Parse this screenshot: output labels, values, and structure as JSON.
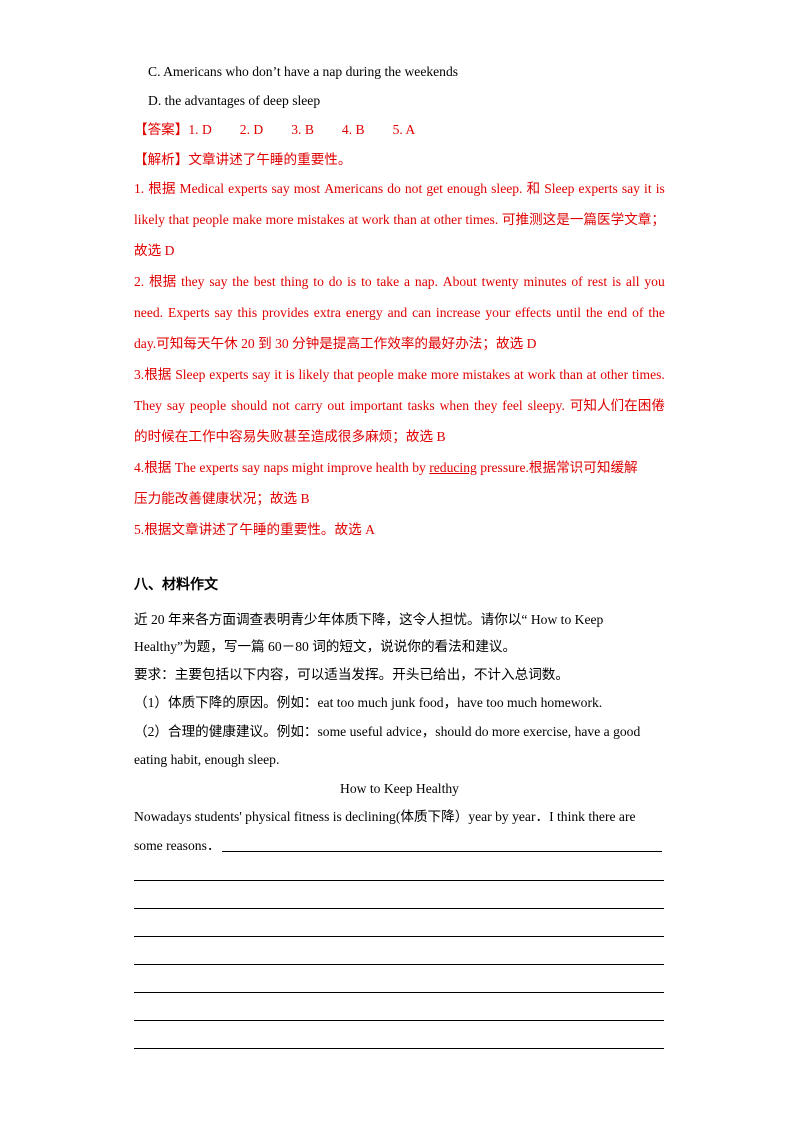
{
  "options": {
    "c": "C. Americans who don’t have a nap during the weekends",
    "d": "D. the advantages of deep sleep"
  },
  "answer": {
    "label": "【答案】",
    "items": [
      "1. D",
      "2. D",
      "3. B",
      "4. B",
      "5. A"
    ]
  },
  "analysis": {
    "label": "【解析】",
    "summary": "文章讲述了午睡的重要性。",
    "l1": [
      "1.",
      "根据",
      "Medical",
      "experts",
      "say",
      "most",
      "Americans",
      "do",
      "not",
      "get",
      "enough",
      "sleep.",
      "和",
      "Sleep",
      "experts",
      "say",
      "it",
      "is"
    ],
    "l2": [
      "likely",
      "that",
      "people",
      "make",
      "more",
      "mistakes",
      "at",
      "work",
      "than",
      "at",
      "other",
      "times.",
      "可推测这是一篇医学文章；"
    ],
    "l3": "故选 D",
    "l4": [
      "2.",
      "根据",
      "they",
      "say",
      "the",
      "best",
      "thing",
      "to",
      "do",
      "is",
      "to",
      "take",
      "a",
      "nap.",
      "About",
      "twenty",
      "minutes",
      "of",
      "rest",
      "is",
      "all",
      "you"
    ],
    "l5": [
      "need.",
      "Experts",
      "say",
      "this",
      "provides",
      "extra",
      "energy",
      "and",
      "can",
      "increase",
      "your",
      "effects",
      "until",
      "the",
      "end",
      "of",
      "the"
    ],
    "l6": "day.可知每天午休 20 到 30 分钟是提高工作效率的最好办法；故选 D",
    "l7": [
      "3.根据",
      "Sleep",
      "experts",
      "say",
      "it",
      "is",
      "likely",
      "that",
      "people",
      "make",
      "more",
      "mistakes",
      "at",
      "work",
      "than",
      "at",
      "other",
      "times."
    ],
    "l8": [
      "They",
      "say",
      "people",
      "should",
      "not",
      "carry",
      "out",
      "important",
      "tasks",
      "when",
      "they",
      "feel",
      "sleepy.",
      "可知人们在困倦"
    ],
    "l9": "的时候在工作中容易失败甚至造成很多麻烦；故选 B",
    "l10_a": "4.根据 The experts say naps might improve health by ",
    "l10_u": "reducing",
    "l10_b": " pressure.根据常识可知缓解",
    "l11": "压力能改善健康状况；故选 B",
    "l12": "5.根据文章讲述了午睡的重要性。故选 A"
  },
  "section": {
    "heading": "八、材料作文",
    "p1": "近 20 年来各方面调查表明青少年体质下降，这令人担忧。请你以“ How to Keep",
    "p2": "Healthy”为题，写一篇 60－80 词的短文，说说你的看法和建议。",
    "p3": "要求：主要包括以下内容，可以适当发挥。开头已给出，不计入总词数。",
    "p4": "（1）体质下降的原因。例如：eat too much junk food，have too much homework.",
    "p5": "（2）合理的健康建议。例如：some useful advice，should do more exercise, have a good",
    "p6": "eating habit, enough sleep.",
    "essay_title": "How to Keep Healthy",
    "essay_l1": "Nowadays students' physical fitness is declining(体质下降）year by year．I think there are",
    "essay_l2": "some reasons．"
  }
}
